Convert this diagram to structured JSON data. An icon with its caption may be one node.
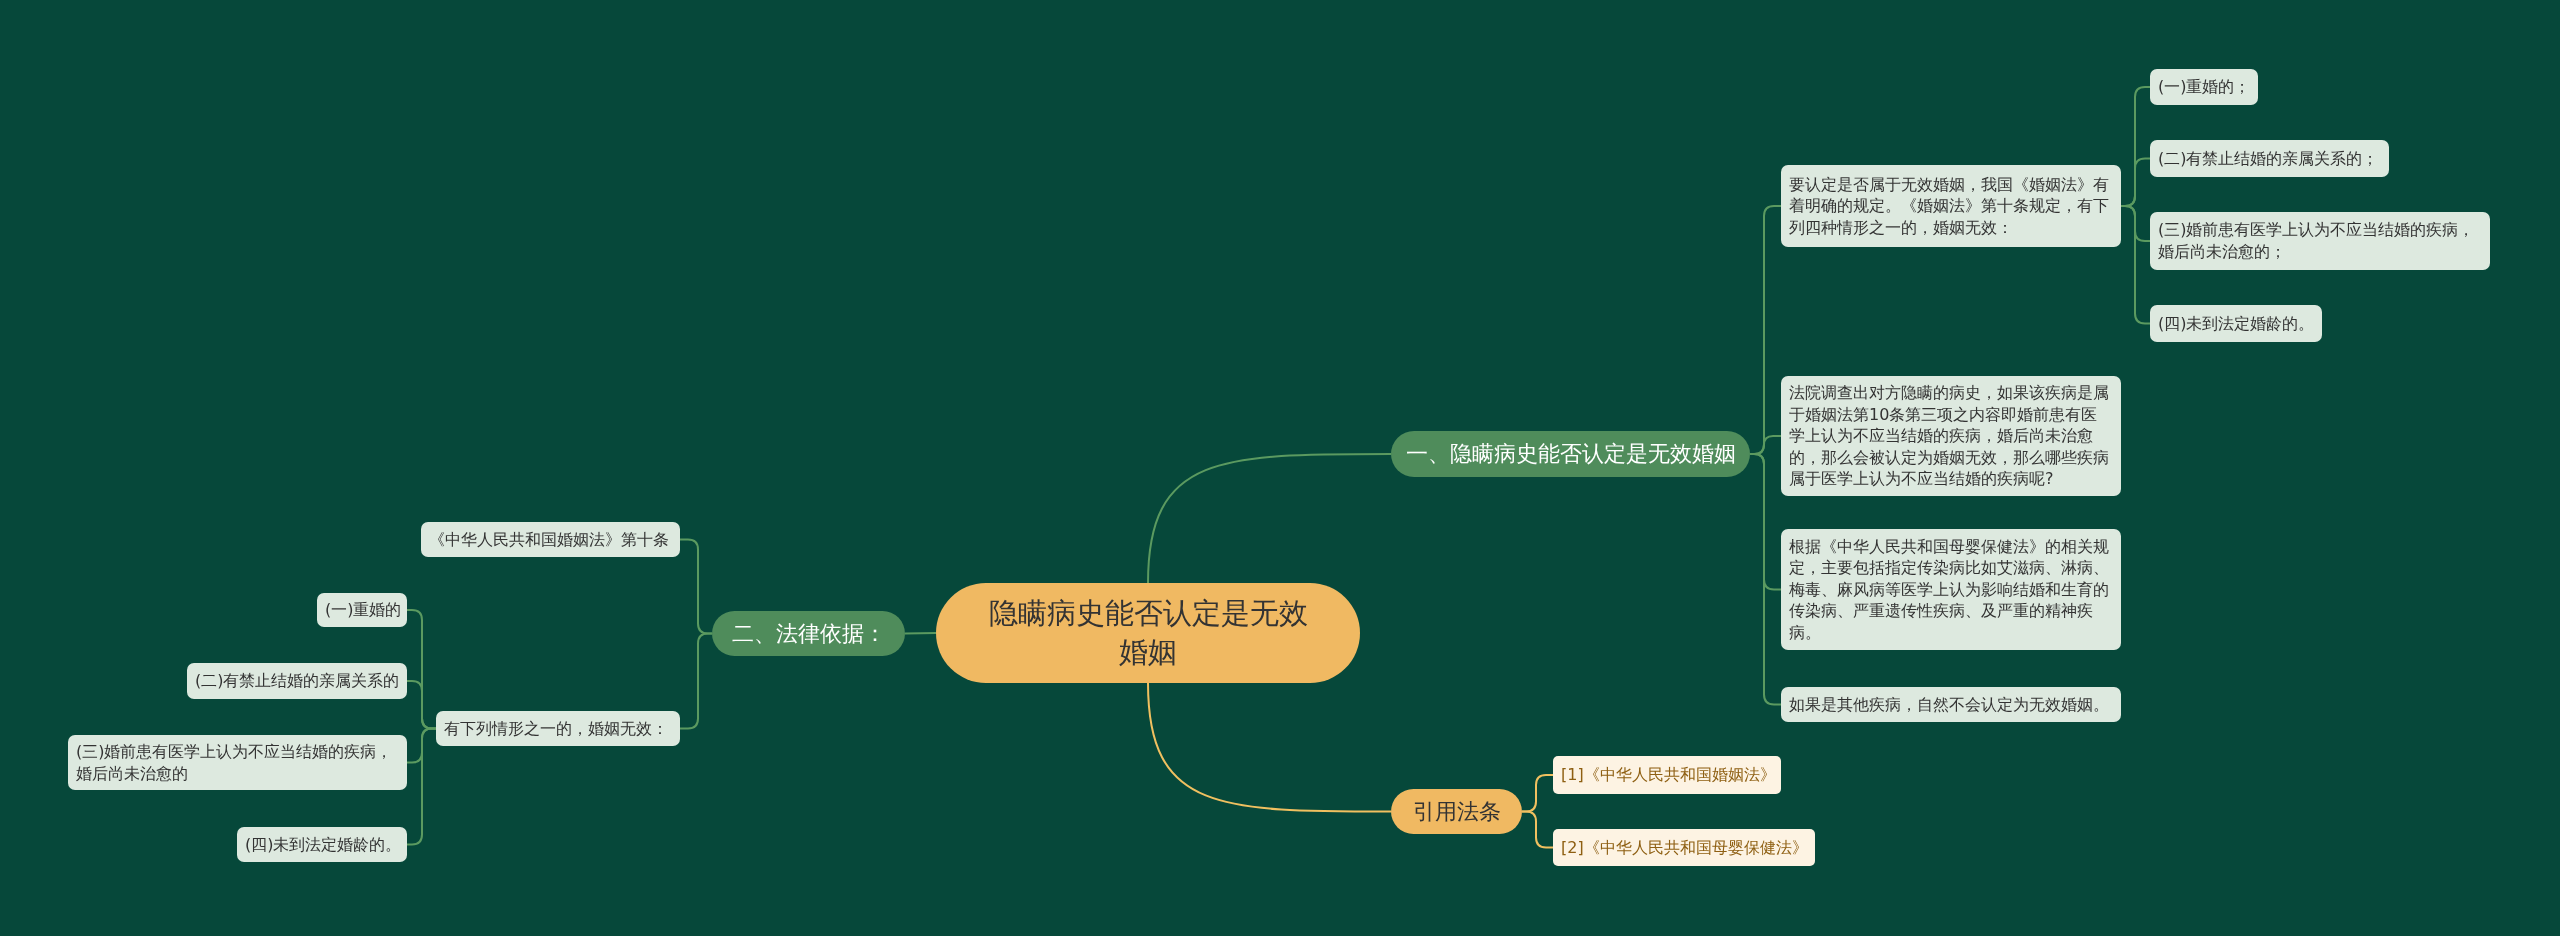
{
  "diagram": {
    "nodes": [
      {
        "text": [
          "隐瞒病史能否认定是无效婚姻"
        ]
      },
      {
        "text": [
          "一、隐瞒病史能否认定是无效婚姻"
        ]
      },
      {
        "text": [
          "要认定是否属于无效婚姻，我国《婚姻法》有着明确的规定。《婚姻法》第十条规定，有下列四种情形之一的，婚姻无效："
        ]
      },
      {
        "text": [
          "(一)重婚的；"
        ]
      },
      {
        "text": [
          "(二)有禁止结婚的亲属关系的；"
        ]
      },
      {
        "text": [
          "(三)婚前患有医学上认为不应当结婚的疾病，婚后尚未治愈的；"
        ]
      },
      {
        "text": [
          "(四)未到法定婚龄的。"
        ]
      },
      {
        "text": [
          "法院调查出对方隐瞒的病史，如果该疾病是属于婚姻法第10条第三项之内容即婚前患有医学上认为不应当结婚的疾病，婚后尚未治愈的，那么会被认定为婚姻无效，那么哪些疾病属于医学上认为不应当结婚的疾病呢?"
        ]
      },
      {
        "text": [
          "根据《中华人民共和国母婴保健法》的相关规定，主要包括指定传染病比如艾滋病、淋病、梅毒、麻风病等医学上认为影响结婚和生育的传染病、严重遗传性疾病、及严重的精神疾病。"
        ]
      },
      {
        "text": [
          "如果是其他疾病，自然不会认定为无效婚姻。"
        ]
      },
      {
        "text": [
          "引用法条"
        ]
      },
      {
        "text": [
          "[1]《中华人民共和国婚姻法》"
        ]
      },
      {
        "text": [
          "[2]《中华人民共和国母婴保健法》"
        ]
      },
      {
        "text": [
          "二、法律依据："
        ]
      },
      {
        "text": [
          "《中华人民共和国婚姻法》第十条"
        ]
      },
      {
        "text": [
          "有下列情形之一的，婚姻无效："
        ]
      },
      {
        "text": [
          "(一)重婚的"
        ]
      },
      {
        "text": [
          "(二)有禁止结婚的亲属关系的"
        ]
      },
      {
        "text": [
          "(三)婚前患有医学上认为不应当结婚的疾病，婚后尚未治愈的"
        ]
      },
      {
        "text": [
          "(四)未到法定婚龄的。"
        ]
      }
    ],
    "edges": [
      {
        "from": 0,
        "to": 1,
        "arrow": "none"
      },
      {
        "from": 1,
        "to": 2,
        "arrow": "none"
      },
      {
        "from": 2,
        "to": 3,
        "arrow": "none"
      },
      {
        "from": 2,
        "to": 4,
        "arrow": "none"
      },
      {
        "from": 2,
        "to": 5,
        "arrow": "none"
      },
      {
        "from": 2,
        "to": 6,
        "arrow": "none"
      },
      {
        "from": 1,
        "to": 7,
        "arrow": "none"
      },
      {
        "from": 1,
        "to": 8,
        "arrow": "none"
      },
      {
        "from": 1,
        "to": 9,
        "arrow": "none"
      },
      {
        "from": 0,
        "to": 10,
        "arrow": "none",
        "color": "#f0c060"
      },
      {
        "from": 10,
        "to": 11,
        "arrow": "none",
        "color": "#f0c060"
      },
      {
        "from": 10,
        "to": 12,
        "arrow": "none",
        "color": "#f0c060"
      },
      {
        "from": 0,
        "to": 13,
        "arrow": "none"
      },
      {
        "from": 13,
        "to": 14,
        "arrow": "none"
      },
      {
        "from": 13,
        "to": 15,
        "arrow": "none"
      },
      {
        "from": 15,
        "to": 16,
        "arrow": "none"
      },
      {
        "from": 15,
        "to": 17,
        "arrow": "none"
      },
      {
        "from": 15,
        "to": 18,
        "arrow": "none"
      },
      {
        "from": 15,
        "to": 19,
        "arrow": "none"
      }
    ]
  }
}
